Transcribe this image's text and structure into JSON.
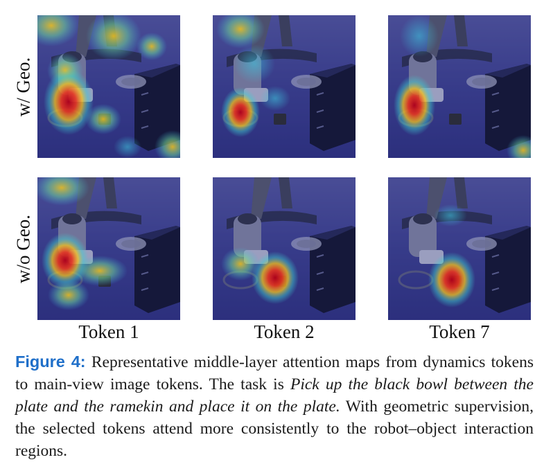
{
  "figure": {
    "row_labels": [
      "w/ Geo.",
      "w/o Geo."
    ],
    "col_labels": [
      "Token 1",
      "Token 2",
      "Token 7"
    ],
    "caption": {
      "label": "Figure 4:",
      "text_1": " Representative middle-layer attention maps from dynamics tokens to main-view image tokens. The task is ",
      "task": "Pick up the black bowl between the plate and the ramekin and place it on the plate.",
      "text_2": " With geometric supervision, the selected tokens attend more consistently to the robot–object interaction regions."
    },
    "colors": {
      "label_blue": "#1f6fc9",
      "heat_hot": "#d7191c",
      "heat_warm": "#f0c419",
      "heat_cool": "#3a4dd6"
    }
  }
}
